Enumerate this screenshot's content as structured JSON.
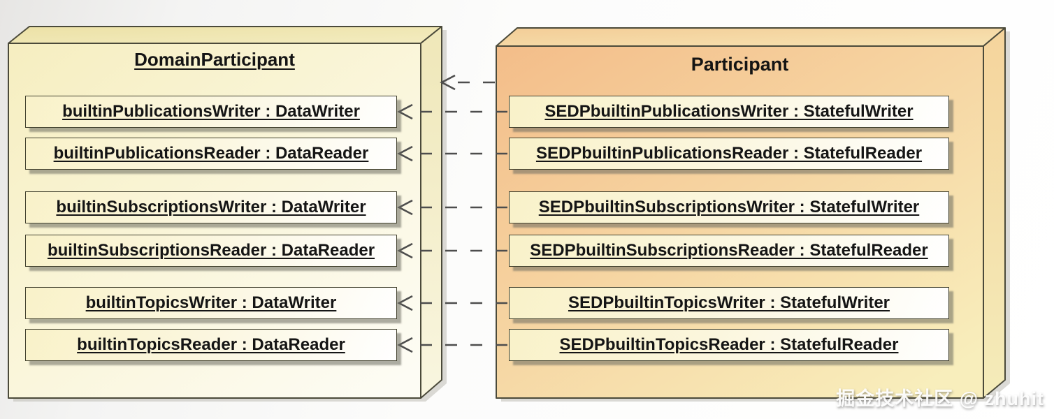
{
  "watermark": "掘金技术社区 @ zhuhit",
  "nodes": [
    {
      "id": "domain-participant",
      "title": "DomainParticipant",
      "title_underlined": true,
      "items": [
        "builtinPublicationsWriter : DataWriter",
        "builtinPublicationsReader : DataReader",
        "builtinSubscriptionsWriter : DataWriter",
        "builtinSubscriptionsReader : DataReader",
        "builtinTopicsWriter : DataWriter",
        "builtinTopicsReader : DataReader"
      ]
    },
    {
      "id": "participant",
      "title": "Participant",
      "title_underlined": false,
      "items": [
        "SEDPbuiltinPublicationsWriter : StatefulWriter",
        "SEDPbuiltinPublicationsReader : StatefulReader",
        "SEDPbuiltinSubscriptionsWriter : StatefulWriter",
        "SEDPbuiltinSubscriptionsReader : StatefulReader",
        "SEDPbuiltinTopicsWriter : StatefulWriter",
        "SEDPbuiltinTopicsReader : StatefulReader"
      ]
    }
  ],
  "connections": {
    "style": "dashed-open-arrow",
    "direction": "participant-to-domainparticipant",
    "node_level_arrow": true,
    "item_pairs": [
      [
        0,
        0
      ],
      [
        1,
        1
      ],
      [
        2,
        2
      ],
      [
        3,
        3
      ],
      [
        4,
        4
      ],
      [
        5,
        5
      ]
    ]
  },
  "colors": {
    "left_node_fill_top": "#f6eec0",
    "left_node_fill_bottom": "#fdfcf4",
    "right_node_fill_top": "#f3bd89",
    "right_node_fill_bottom": "#f8eebc",
    "item_fill": "#f9f2c9",
    "outline": "#4b4a3a",
    "arrow": "#4d4d4d",
    "shadow": "#bdbbb4"
  }
}
